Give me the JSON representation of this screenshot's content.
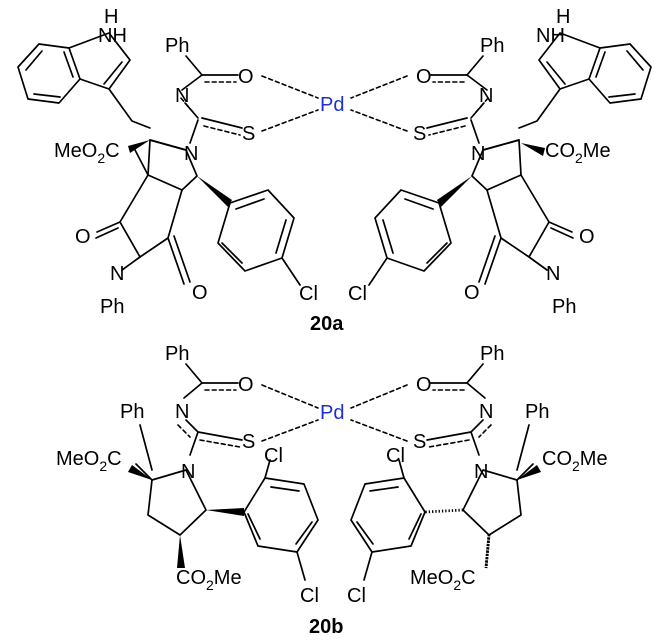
{
  "compound_a": {
    "id": "20a",
    "metal": "Pd",
    "labels": {
      "indole_nh": "NH",
      "h": "H",
      "n": "N",
      "phenyl": "Ph",
      "oxygen": "O",
      "sulfur": "S",
      "ester_left_prefix": "MeO",
      "ester_left_sub": "2",
      "ester_left_suffix": "C",
      "ester_right": "CO",
      "ester_right_sub": "2",
      "ester_right_suffix": "Me",
      "chlorine": "Cl"
    }
  },
  "compound_b": {
    "id": "20b",
    "metal": "Pd",
    "labels": {
      "n": "N",
      "phenyl": "Ph",
      "oxygen": "O",
      "sulfur": "S",
      "ester_left_prefix": "MeO",
      "ester_left_sub": "2",
      "ester_left_suffix": "C",
      "ester_right": "CO",
      "ester_right_sub": "2",
      "ester_right_suffix": "Me",
      "chlorine": "Cl"
    }
  },
  "colors": {
    "metal": "#1c2fd6",
    "bonds": "#000000"
  }
}
